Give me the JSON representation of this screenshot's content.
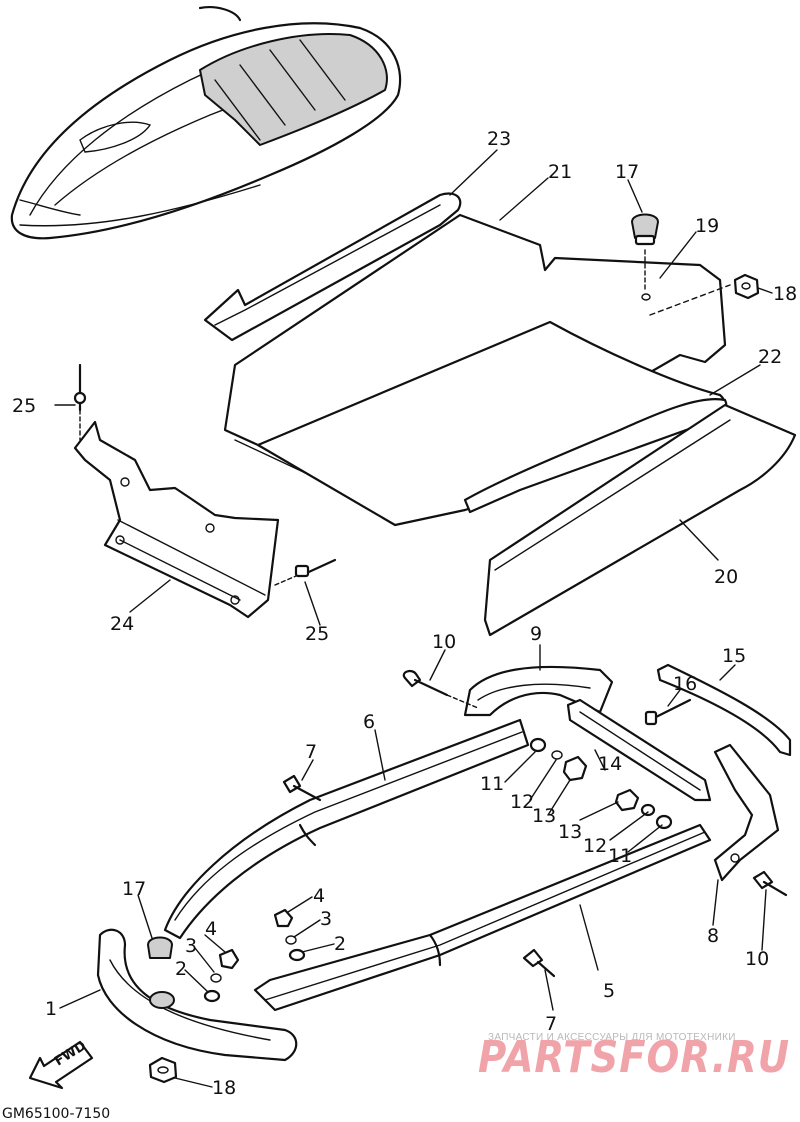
{
  "labels": {
    "l1": "1",
    "l2a": "2",
    "l2b": "2",
    "l3a": "3",
    "l3b": "3",
    "l4a": "4",
    "l4b": "4",
    "l5": "5",
    "l6": "6",
    "l7a": "7",
    "l7b": "7",
    "l8": "8",
    "l9": "9",
    "l10a": "10",
    "l10b": "10",
    "l11a": "11",
    "l11b": "11",
    "l12a": "12",
    "l12b": "12",
    "l13a": "13",
    "l13b": "13",
    "l14": "14",
    "l15": "15",
    "l16": "16",
    "l17a": "17",
    "l17b": "17",
    "l18a": "18",
    "l18b": "18",
    "l19": "19",
    "l20": "20",
    "l21": "21",
    "l22": "22",
    "l23": "23",
    "l24": "24",
    "l25a": "25",
    "l25b": "25"
  },
  "fwd_label": "FWD",
  "diagram_code": "GM65100-7150",
  "watermark": {
    "tagline": "ЗАПЧАСТИ И АКСЕССУАРЫ ДЛЯ МОТОТЕХНИКИ",
    "brand": "PARTSFOR.RU"
  }
}
